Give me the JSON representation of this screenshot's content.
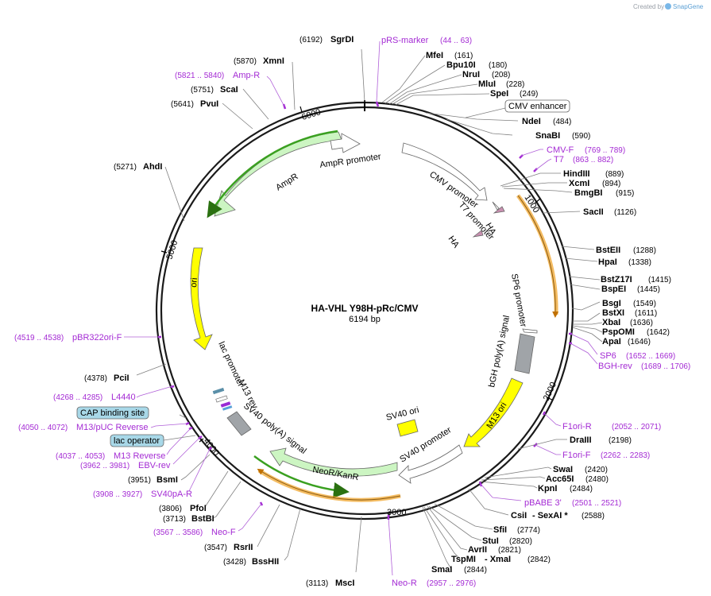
{
  "header": {
    "created_by": "Created by",
    "brand": "SnapGene"
  },
  "plasmid": {
    "name": "HA-VHL Y98H-pRc/CMV",
    "size": "6194 bp"
  },
  "ticks": [
    "1000",
    "2000",
    "3000",
    "4000",
    "5000",
    "6000"
  ],
  "enzymes": [
    {
      "name": "SgrDI",
      "pos": "(6192)"
    },
    {
      "name": "MfeI",
      "pos": "(161)"
    },
    {
      "name": "Bpu10I",
      "pos": "(180)"
    },
    {
      "name": "NruI",
      "pos": "(208)"
    },
    {
      "name": "MluI",
      "pos": "(228)"
    },
    {
      "name": "SpeI",
      "pos": "(249)"
    },
    {
      "name": "NdeI",
      "pos": "(484)"
    },
    {
      "name": "SnaBI",
      "pos": "(590)"
    },
    {
      "name": "HindIII",
      "pos": "(889)"
    },
    {
      "name": "XcmI",
      "pos": "(894)"
    },
    {
      "name": "BmgBI",
      "pos": "(915)"
    },
    {
      "name": "SacII",
      "pos": "(1126)"
    },
    {
      "name": "BstEII",
      "pos": "(1288)"
    },
    {
      "name": "HpaI",
      "pos": "(1338)"
    },
    {
      "name": "BstZ17I",
      "pos": "(1415)"
    },
    {
      "name": "BspEI",
      "pos": "(1445)"
    },
    {
      "name": "BsgI",
      "pos": "(1549)"
    },
    {
      "name": "BstXI",
      "pos": "(1611)"
    },
    {
      "name": "XbaI",
      "pos": "(1636)"
    },
    {
      "name": "PspOMI",
      "pos": "(1642)"
    },
    {
      "name": "ApaI",
      "pos": "(1646)"
    },
    {
      "name": "DraIII",
      "pos": "(2198)"
    },
    {
      "name": "SwaI",
      "pos": "(2420)"
    },
    {
      "name": "Acc65I",
      "pos": "(2480)"
    },
    {
      "name": "KpnI",
      "pos": "(2484)"
    },
    {
      "name": "CsiI",
      "pos": ""
    },
    {
      "name": "- SexAI *",
      "pos": "(2588)"
    },
    {
      "name": "SfiI",
      "pos": "(2774)"
    },
    {
      "name": "StuI",
      "pos": "(2820)"
    },
    {
      "name": "AvrII",
      "pos": "(2821)"
    },
    {
      "name": "TspMI",
      "pos": ""
    },
    {
      "name": "- XmaI",
      "pos": "(2842)"
    },
    {
      "name": "SmaI",
      "pos": "(2844)"
    },
    {
      "name": "MscI",
      "pos": "(3113)"
    },
    {
      "name": "BssHII",
      "pos": "(3428)"
    },
    {
      "name": "RsrII",
      "pos": "(3547)"
    },
    {
      "name": "BstBI",
      "pos": "(3713)"
    },
    {
      "name": "PfoI",
      "pos": "(3806)"
    },
    {
      "name": "BsmI",
      "pos": "(3951)"
    },
    {
      "name": "PciI",
      "pos": "(4378)"
    },
    {
      "name": "AhdI",
      "pos": "(5271)"
    },
    {
      "name": "PvuI",
      "pos": "(5641)"
    },
    {
      "name": "ScaI",
      "pos": "(5751)"
    },
    {
      "name": "XmnI",
      "pos": "(5870)"
    }
  ],
  "primers": [
    {
      "name": "pRS-marker",
      "range": "(44 .. 63)"
    },
    {
      "name": "CMV-F",
      "range": "(769 .. 789)"
    },
    {
      "name": "T7",
      "range": "(863 .. 882)"
    },
    {
      "name": "SP6",
      "range": "(1652 .. 1669)"
    },
    {
      "name": "BGH-rev",
      "range": "(1689 .. 1706)"
    },
    {
      "name": "F1ori-R",
      "range": "(2052 .. 2071)"
    },
    {
      "name": "F1ori-F",
      "range": "(2262 .. 2283)"
    },
    {
      "name": "pBABE 3'",
      "range": "(2501 .. 2521)"
    },
    {
      "name": "Neo-R",
      "range": "(2957 .. 2976)"
    },
    {
      "name": "Neo-F",
      "range": "(3567 .. 3586)"
    },
    {
      "name": "SV40pA-R",
      "range": "(3908 .. 3927)"
    },
    {
      "name": "EBV-rev",
      "range": "(3962 .. 3981)"
    },
    {
      "name": "M13 Reverse",
      "range": "(4037 .. 4053)"
    },
    {
      "name": "M13/pUC Reverse",
      "range": "(4050 .. 4072)"
    },
    {
      "name": "L4440",
      "range": "(4268 .. 4285)"
    },
    {
      "name": "pBR322ori-F",
      "range": "(4519 .. 4538)"
    },
    {
      "name": "Amp-R",
      "range": "(5821 .. 5840)"
    }
  ],
  "boxed_labels": [
    {
      "name": "CMV enhancer"
    },
    {
      "name": "CAP binding site"
    },
    {
      "name": "lac operator"
    }
  ],
  "features": {
    "cmv_promoter": "CMV promoter",
    "t7_promoter": "T7 promoter",
    "ha1": "HA",
    "ha2": "HA",
    "sp6_promoter": "SP6 promoter",
    "bgh": "bGH poly(A) signal",
    "m13_ori": "M13 ori",
    "sv40_ori": "SV40 ori",
    "sv40_promoter": "SV40 promoter",
    "neor": "NeoR/KanR",
    "sv40_polya": "SV40 poly(A) signal",
    "m13_rev": "M13 rev",
    "lac_promoter": "lac promoter",
    "ori": "ori",
    "ampr": "AmpR",
    "ampr_promoter": "AmpR promoter"
  },
  "colors": {
    "backbone": "#1a1a1a",
    "primer": "#a42bd4",
    "ori": "#ffff00",
    "ampr": "#ccf5c2",
    "orange": "#f0a020",
    "green_line": "#3aa020",
    "grey_box": "#a0a4a8",
    "cap_box": "#a8d8e8"
  }
}
